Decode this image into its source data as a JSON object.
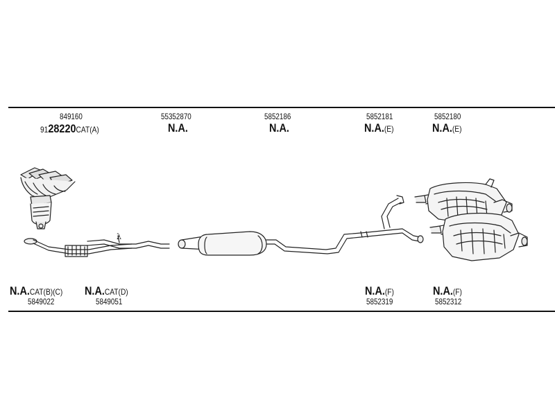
{
  "top_parts": [
    {
      "number": "849160",
      "code_prefix": "91",
      "code_bold": "28220",
      "code_suffix": "CAT(A)"
    },
    {
      "number": "55352870",
      "code": "N.A.",
      "suffix": ""
    },
    {
      "number": "5852186",
      "code": "N.A.",
      "suffix": ""
    },
    {
      "number": "5852181",
      "code": "N.A.",
      "suffix": "(E)"
    },
    {
      "number": "5852180",
      "code": "N.A.",
      "suffix": "(E)"
    }
  ],
  "bottom_parts": [
    {
      "code": "N.A.",
      "suffix": "CAT(B)(C)",
      "number": "5849022"
    },
    {
      "code": "N.A.",
      "suffix": "CAT(D)",
      "number": "5849051"
    },
    {
      "code": "N.A.",
      "suffix": "(F)",
      "number": "5852319"
    },
    {
      "code": "N.A.",
      "suffix": "(F)",
      "number": "5852312"
    }
  ],
  "lambda_symbol": "λ"
}
